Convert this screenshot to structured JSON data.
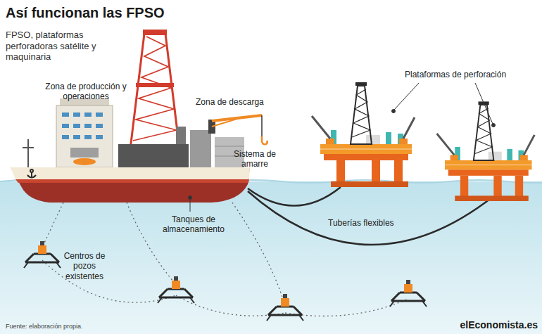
{
  "diagram": {
    "title": "Así funcionan las FPSO",
    "labels": [
      "FPSO, plataformas perforadoras satélite y maquinaria",
      "Zona de producción y operaciones",
      "Zona de descarga",
      "Sistema de amarre",
      "Plataformas de perforación",
      "Tanques de almacenamiento",
      "Tuberías flexibles",
      "Centros de pozos existentes",
      "Fuente: elaboración propia.",
      "elEconomista.es"
    ]
  }
}
